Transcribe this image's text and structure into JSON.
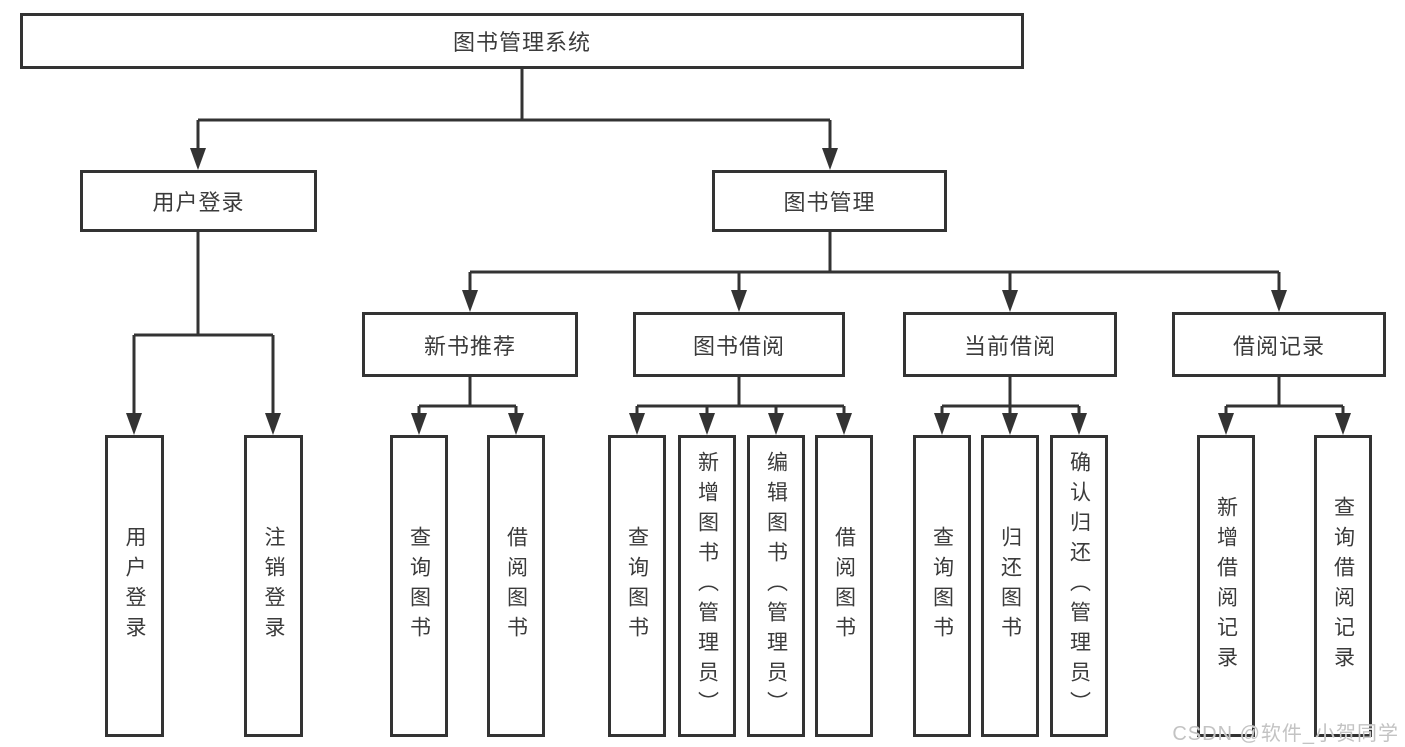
{
  "colors": {
    "line": "#333333",
    "text": "#3b3b3b",
    "watermark": "#c3c3c3",
    "background": "#ffffff"
  },
  "watermark": "CSDN @软件_小贺同学",
  "diagram": {
    "root": "图书管理系统",
    "branches": [
      {
        "label": "用户登录",
        "children": [
          "用户登录",
          "注销登录"
        ]
      },
      {
        "label": "图书管理",
        "groups": [
          {
            "label": "新书推荐",
            "children": [
              "查询图书",
              "借阅图书"
            ]
          },
          {
            "label": "图书借阅",
            "children": [
              "查询图书",
              "新增图书（管理员）",
              "编辑图书（管理员）",
              "借阅图书"
            ]
          },
          {
            "label": "当前借阅",
            "children": [
              "查询图书",
              "归还图书",
              "确认归还（管理员）"
            ]
          },
          {
            "label": "借阅记录",
            "children": [
              "新增借阅记录",
              "查询借阅记录"
            ]
          }
        ]
      }
    ]
  }
}
